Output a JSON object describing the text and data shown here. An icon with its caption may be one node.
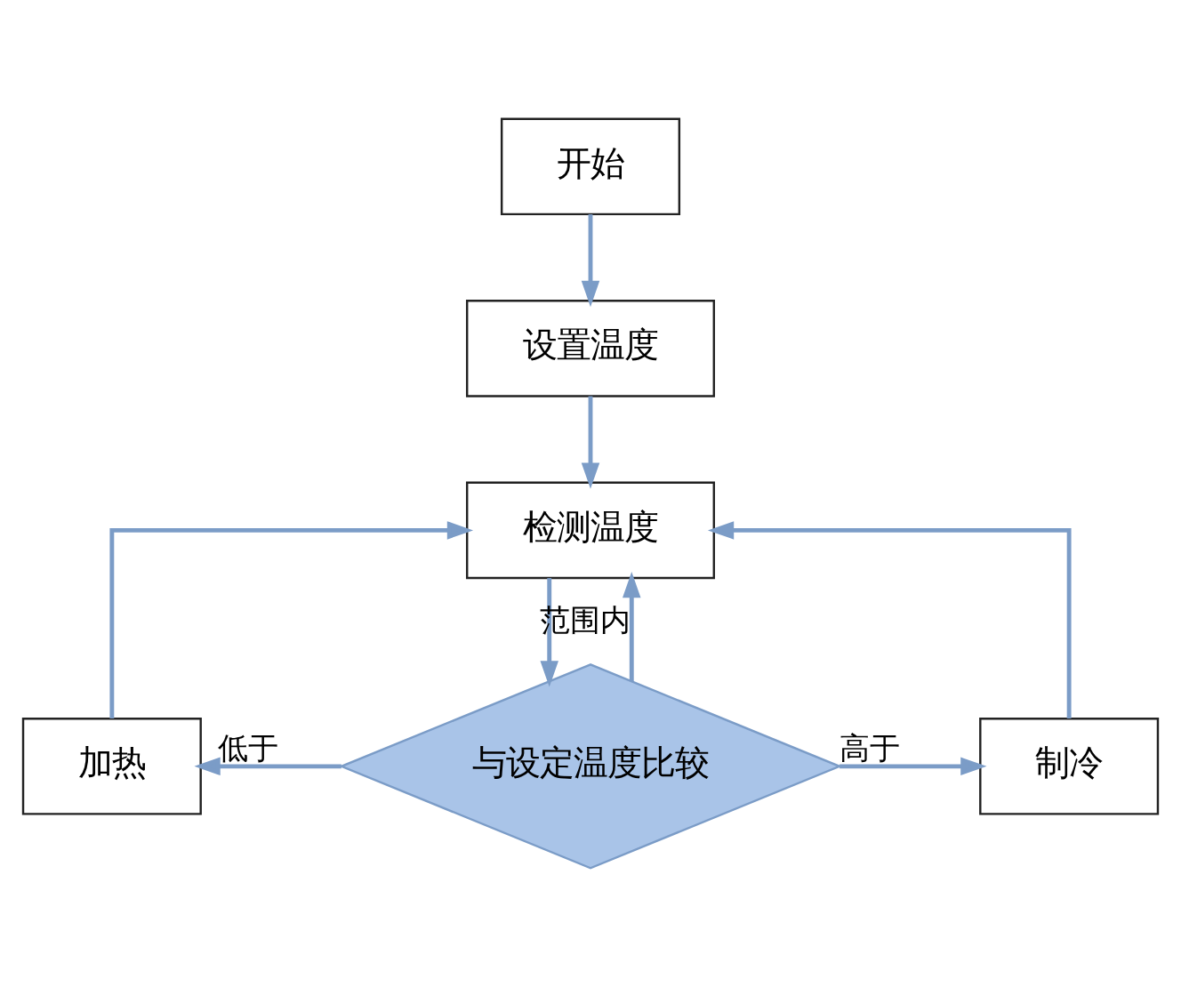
{
  "diagram": {
    "nodes": [
      {
        "text": [
          "开始"
        ]
      },
      {
        "text": [
          "设置温度"
        ]
      },
      {
        "text": [
          "检测温度"
        ]
      },
      {
        "text": [
          "加热"
        ]
      },
      {
        "text": [
          "与设定温度比较"
        ]
      },
      {
        "text": [
          "制冷"
        ]
      }
    ],
    "edges": [
      {
        "from": 0,
        "to": 1,
        "arrow": "to"
      },
      {
        "from": 1,
        "to": 2,
        "arrow": "to"
      },
      {
        "from": 2,
        "to": 4,
        "arrow": "to"
      },
      {
        "from": 4,
        "to": 3,
        "label": "低于",
        "arrow": "to"
      },
      {
        "from": 4,
        "to": 5,
        "label": "高于",
        "arrow": "to"
      },
      {
        "from": 3,
        "to": 2,
        "arrow": "to"
      },
      {
        "from": 5,
        "to": 2,
        "arrow": "to"
      },
      {
        "from": 4,
        "to": 2,
        "label": "范围内",
        "arrow": "to"
      }
    ]
  }
}
